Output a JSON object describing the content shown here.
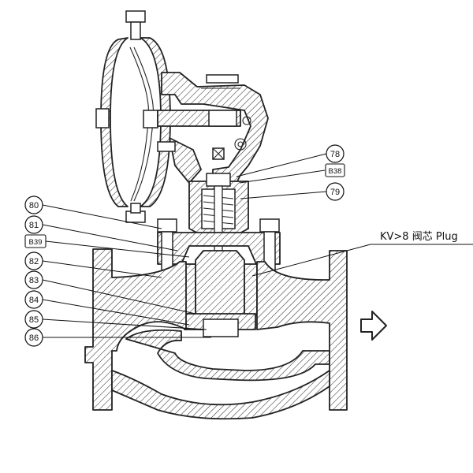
{
  "callouts": [
    {
      "id": "78",
      "shape": "circle"
    },
    {
      "id": "B38",
      "shape": "box"
    },
    {
      "id": "79",
      "shape": "circle"
    },
    {
      "id": "80",
      "shape": "circle"
    },
    {
      "id": "81",
      "shape": "circle"
    },
    {
      "id": "B39",
      "shape": "box"
    },
    {
      "id": "82",
      "shape": "circle"
    },
    {
      "id": "83",
      "shape": "circle"
    },
    {
      "id": "84",
      "shape": "circle"
    },
    {
      "id": "85",
      "shape": "circle"
    },
    {
      "id": "86",
      "shape": "circle"
    }
  ],
  "plug_label": "KV>8 阀芯 Plug",
  "flow_direction": "right",
  "colors": {
    "line": "#222222",
    "background": "#ffffff"
  },
  "icons": {
    "flow": "flow-arrow-icon"
  }
}
